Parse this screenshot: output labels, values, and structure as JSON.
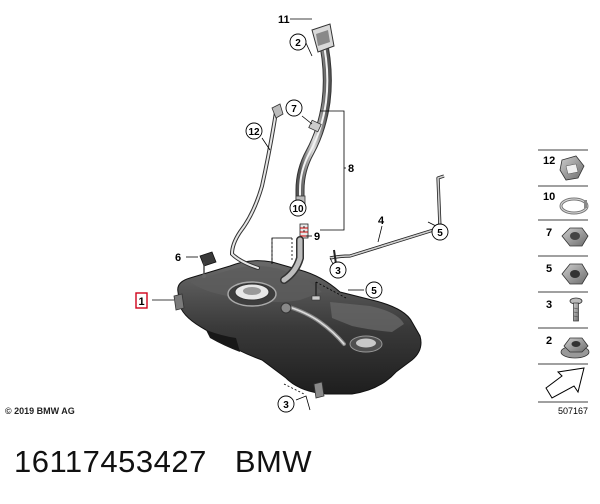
{
  "diagram": {
    "callouts": [
      {
        "id": "c11",
        "text": "11"
      },
      {
        "id": "c2",
        "text": "2"
      },
      {
        "id": "c7",
        "text": "7"
      },
      {
        "id": "c12",
        "text": "12"
      },
      {
        "id": "c8",
        "text": "8"
      },
      {
        "id": "c10",
        "text": "10"
      },
      {
        "id": "c9",
        "text": "9"
      },
      {
        "id": "c4",
        "text": "4"
      },
      {
        "id": "c5a",
        "text": "5"
      },
      {
        "id": "c6",
        "text": "6"
      },
      {
        "id": "c3a",
        "text": "3"
      },
      {
        "id": "c5b",
        "text": "5"
      },
      {
        "id": "c1",
        "text": "1"
      },
      {
        "id": "c3b",
        "text": "3"
      }
    ],
    "side_parts": [
      "12",
      "10",
      "7",
      "5",
      "3",
      "2"
    ],
    "copyright": "© 2019 BMW AG",
    "diagram_number": "507167"
  },
  "footer": {
    "part_number": "16117453427",
    "brand": "BMW"
  },
  "colors": {
    "tank_dark": "#2b2b2b",
    "tank_mid": "#4a4a4a",
    "tank_light": "#8a8a8a",
    "highlight_box": "#d0021b"
  }
}
